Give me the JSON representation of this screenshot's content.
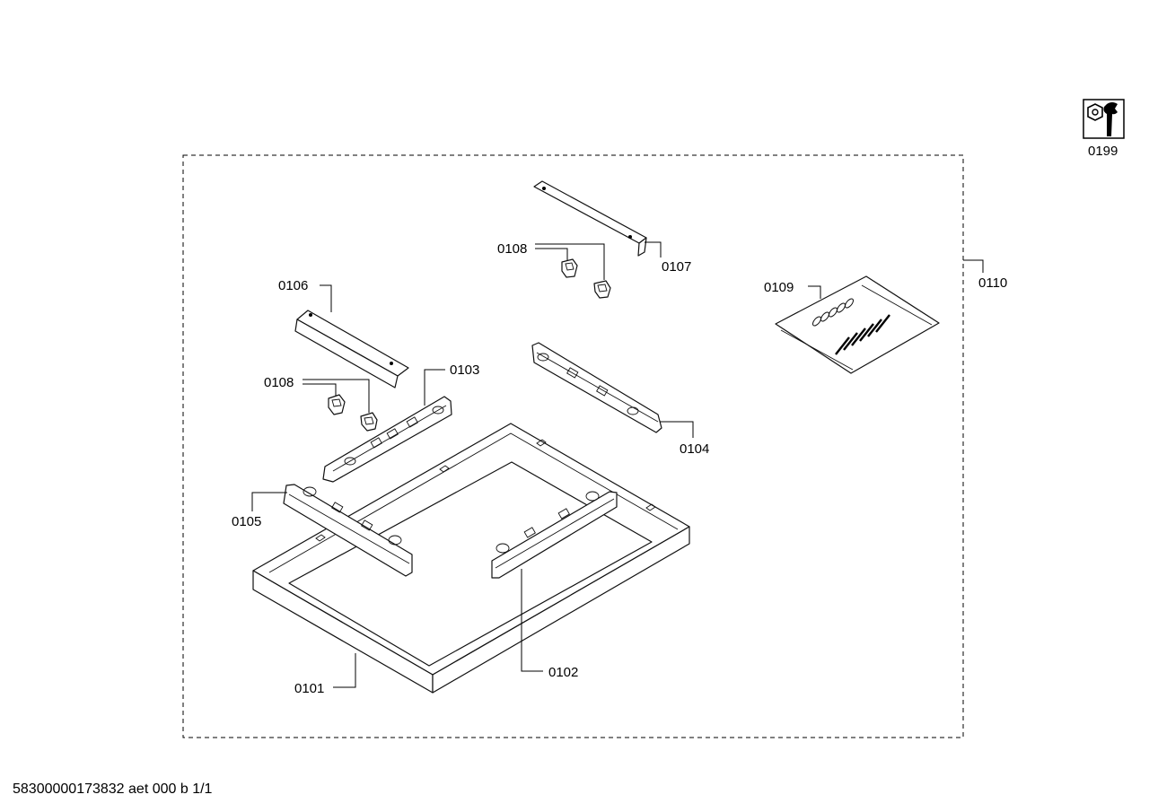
{
  "labels": {
    "p0101": "0101",
    "p0102": "0102",
    "p0103": "0103",
    "p0104": "0104",
    "p0105": "0105",
    "p0106": "0106",
    "p0107": "0107",
    "p0108a": "0108",
    "p0108b": "0108",
    "p0109": "0109",
    "p0110": "0110",
    "p0199": "0199"
  },
  "footer": "58300000173832 aet 000 b 1/1",
  "icon": "wrench-nut-icon"
}
